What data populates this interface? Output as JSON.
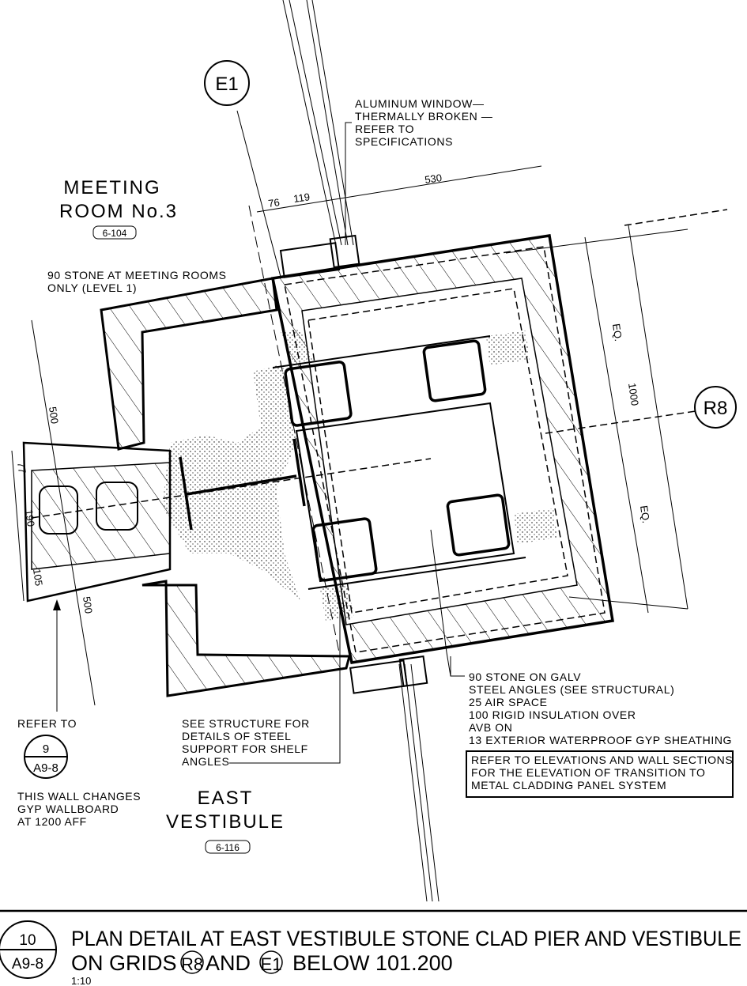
{
  "grid_bubbles": {
    "e1": "E1",
    "r8": "R8"
  },
  "rooms": {
    "meeting_room": {
      "line1": "MEETING",
      "line2": "ROOM No.3",
      "tag": "6-104"
    },
    "east_vestibule": {
      "line1": "EAST",
      "line2": "VESTIBULE",
      "tag": "6-116"
    }
  },
  "dimensions": {
    "d76": "76",
    "d119": "119",
    "d530": "530",
    "d1000": "1000",
    "eq_top": "EQ.",
    "eq_bottom": "EQ.",
    "d500_top": "500",
    "d500_bottom": "500",
    "d77": "77",
    "d190": "190",
    "d105": "105"
  },
  "notes": {
    "window": [
      "ALUMINUM WINDOW—",
      "THERMALLY BROKEN —",
      "REFER TO",
      "SPECIFICATIONS"
    ],
    "stone_meeting": [
      "90 STONE AT MEETING ROOMS",
      "ONLY (LEVEL 1)"
    ],
    "structure": [
      "SEE STRUCTURE FOR",
      "DETAILS OF STEEL",
      "SUPPORT FOR SHELF",
      "ANGLES"
    ],
    "refer_to": "REFER TO",
    "wall_changes": [
      "THIS WALL CHANGES",
      "GYP WALLBOARD",
      "AT 1200 AFF"
    ],
    "assembly": [
      "90 STONE ON GALV",
      "STEEL ANGLES (SEE STRUCTURAL)",
      "25 AIR SPACE",
      "100 RIGID INSULATION OVER",
      "AVB  ON",
      "13 EXTERIOR WATERPROOF GYP SHEATHING"
    ],
    "boxed": [
      "REFER TO ELEVATIONS AND WALL SECTIONS",
      "FOR THE ELEVATION OF TRANSITION TO",
      "METAL CLADDING PANEL SYSTEM"
    ]
  },
  "section_ref": {
    "number": "9",
    "sheet": "A9-8"
  },
  "title_block": {
    "detail_number": "10",
    "sheet": "A9-8",
    "title_line1": "PLAN DETAIL AT EAST VESTIBULE STONE CLAD PIER AND VESTIBULE",
    "title_line2_a": "ON GRIDS",
    "grid_r8": "R8",
    "title_line2_b": "AND",
    "grid_e1": "E1",
    "title_line2_c": "BELOW 101.200",
    "scale": "1:10"
  }
}
